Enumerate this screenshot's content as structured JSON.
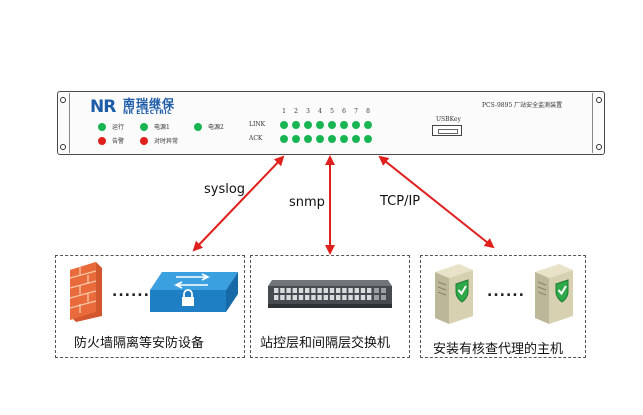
{
  "device": {
    "logo_mark": "NR",
    "logo_cn": "南瑞继保",
    "logo_en": "NR ELECTRIC",
    "model": "PCS-9895 厂站安全监测装置",
    "indicators": [
      {
        "label": "运行",
        "color": "#19b552"
      },
      {
        "label": "电源1",
        "color": "#19b552"
      },
      {
        "label": "电源2",
        "color": "#19b552"
      },
      {
        "label": "告警",
        "color": "#e0201c"
      },
      {
        "label": "对时异常",
        "color": "#e0201c"
      }
    ],
    "port_numbers": [
      "1",
      "2",
      "3",
      "4",
      "5",
      "6",
      "7",
      "8"
    ],
    "link_label": "LINK",
    "ack_label": "ACK",
    "usb_label": "USBKey"
  },
  "links": {
    "left": "syslog",
    "middle": "snmp",
    "right": "TCP/IP"
  },
  "boxes": {
    "left": {
      "label": "防火墙隔离等安防设备",
      "separator": "......"
    },
    "middle": {
      "label": "站控层和间隔层交换机"
    },
    "right": {
      "label": "安装有核查代理的主机",
      "separator": "......"
    }
  },
  "colors": {
    "arrow": "#e0201c",
    "led_green": "#19b552",
    "led_red": "#e0201c",
    "brand": "#1d5ca8"
  }
}
